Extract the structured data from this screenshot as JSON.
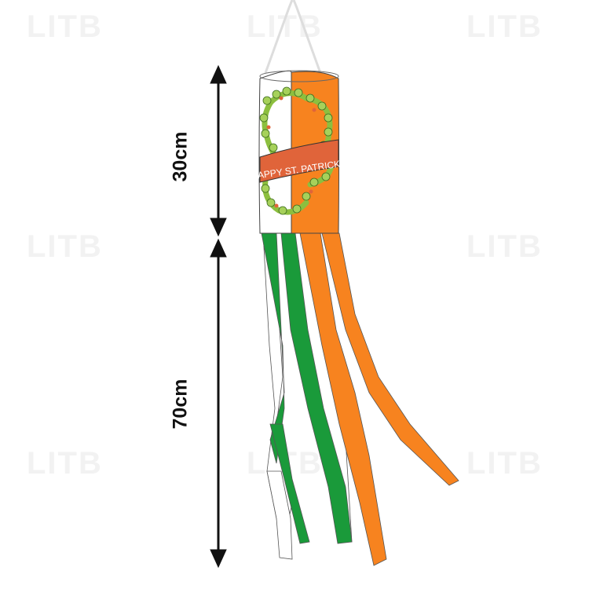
{
  "watermark": {
    "text": "LITB",
    "color": "#efefef"
  },
  "dimensions": {
    "top_label": "30cm",
    "bottom_label": "70cm",
    "arrow_color": "#111111"
  },
  "windsock": {
    "banner_text": "HAPPY ST. PATRICK'S DAY",
    "colors": {
      "white": "#ffffff",
      "orange": "#f7831f",
      "green": "#1a9a3a",
      "banner": "#e0643a",
      "wreath": "#8cbf3f",
      "outline": "#333333"
    },
    "streamer_colors": [
      "green",
      "white",
      "green",
      "white",
      "orange",
      "orange"
    ]
  }
}
